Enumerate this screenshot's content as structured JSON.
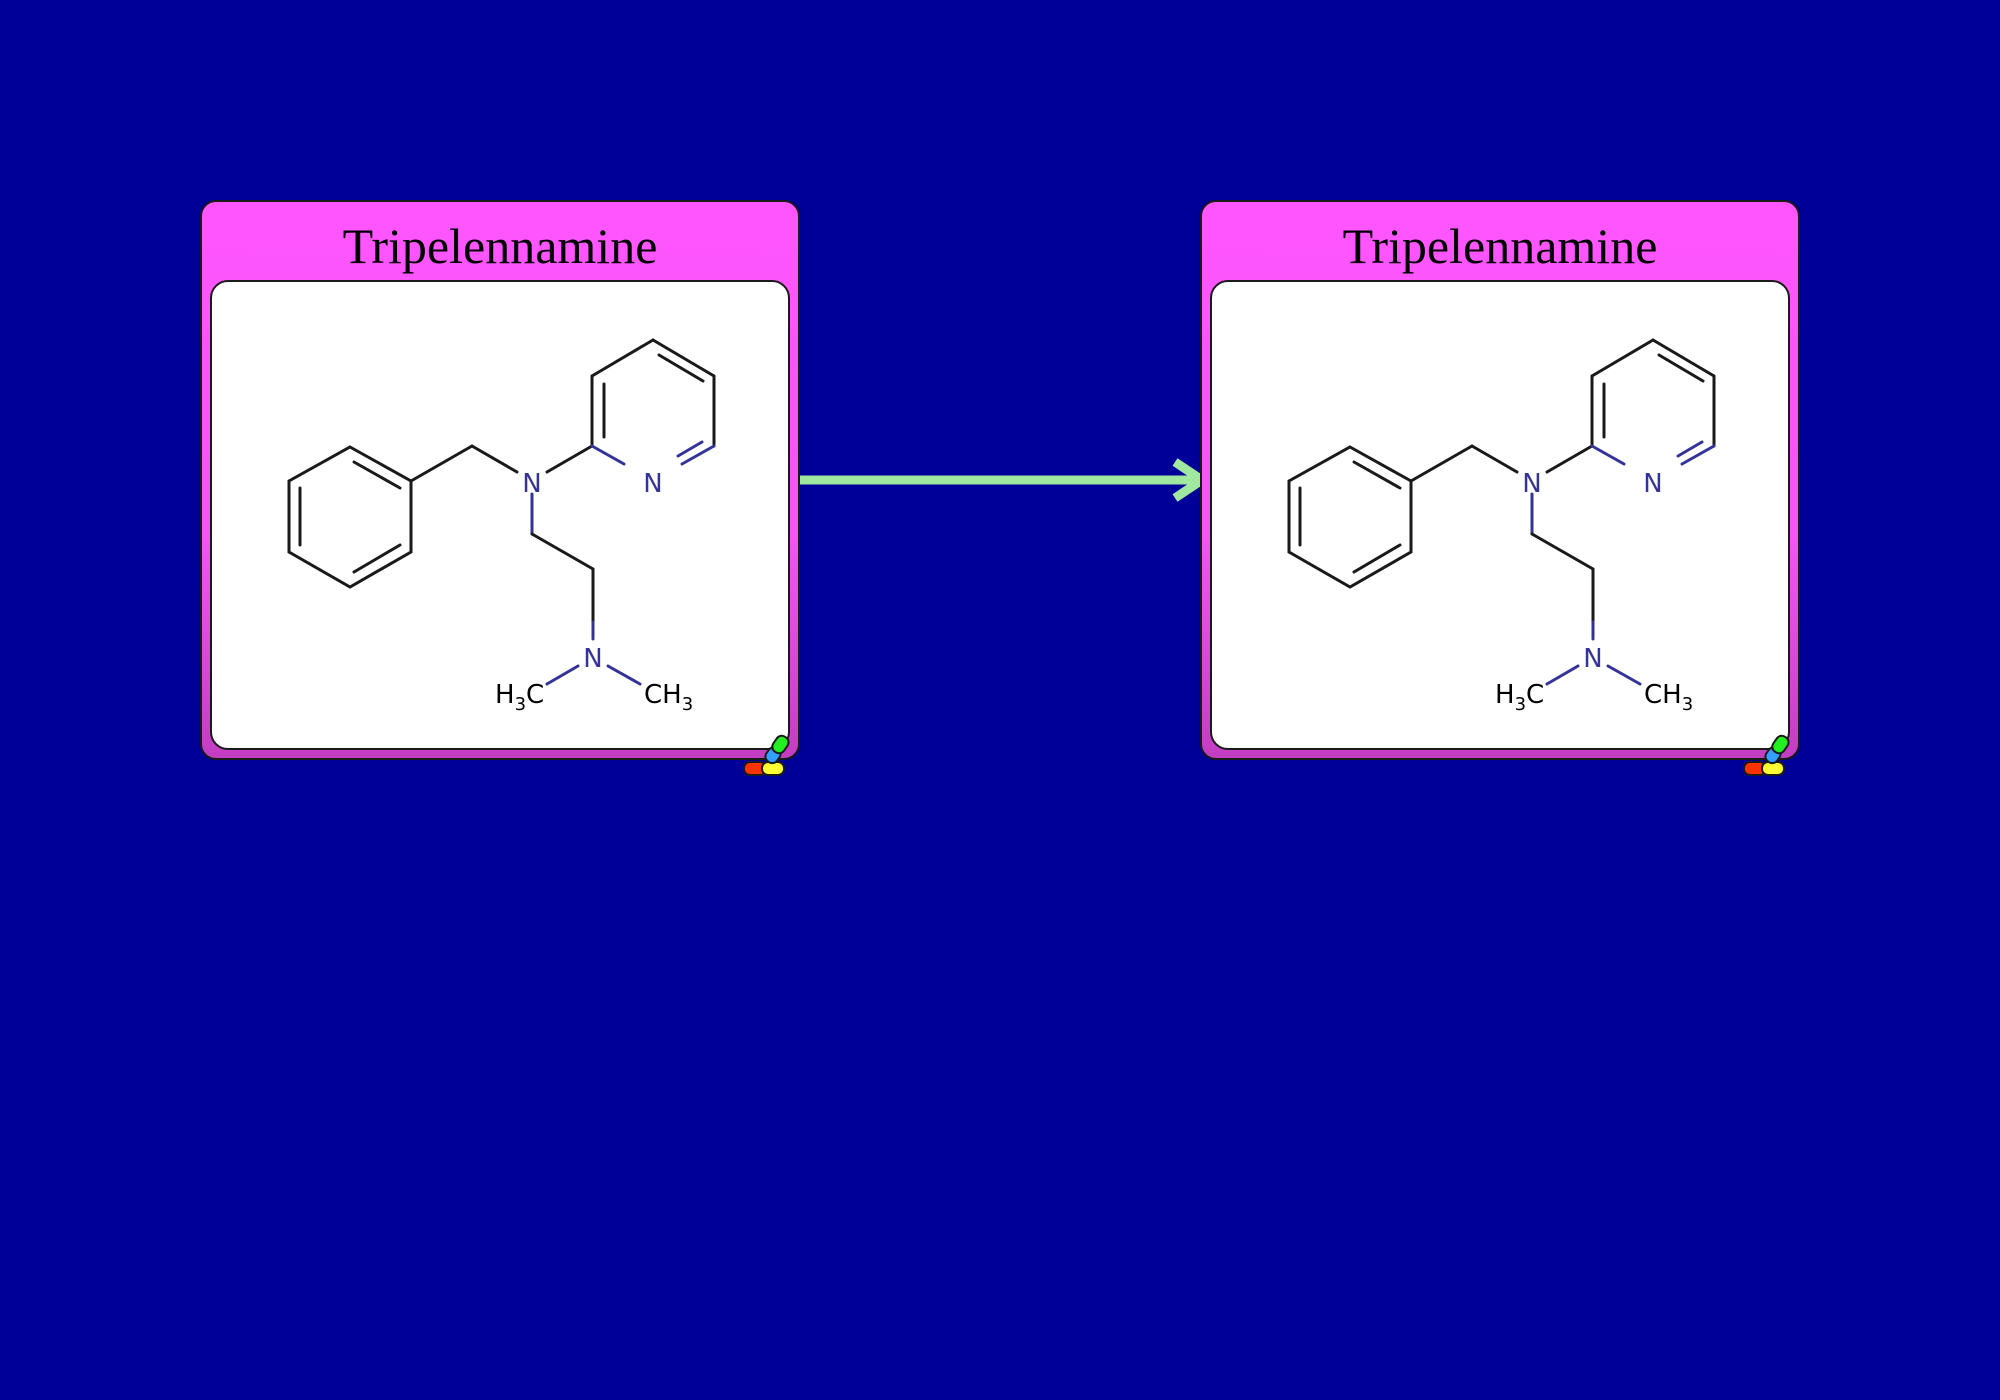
{
  "diagram": {
    "nodes": [
      {
        "title": "Tripelennamine",
        "structure": {
          "atom_n1": "N",
          "atom_n_pyridine": "N",
          "atom_n_amine": "N",
          "methyl_left": {
            "main": "H",
            "sub": "3",
            "tail": "C"
          },
          "methyl_right": {
            "main": "CH",
            "sub": "3"
          }
        }
      },
      {
        "title": "Tripelennamine",
        "structure": {
          "atom_n1": "N",
          "atom_n_pyridine": "N",
          "atom_n_amine": "N",
          "methyl_left": {
            "main": "H",
            "sub": "3",
            "tail": "C"
          },
          "methyl_right": {
            "main": "CH",
            "sub": "3"
          }
        }
      }
    ],
    "edge": {
      "from": 0,
      "to": 1,
      "type": "arrow"
    }
  },
  "colors": {
    "background": "#000099",
    "card_fill": "#f455f4",
    "arrow": "#a0e8a0",
    "nitrogen": "#33339a",
    "bond": "#1a1a1a"
  },
  "icons": {
    "badge": "drug-capsule-icon"
  }
}
